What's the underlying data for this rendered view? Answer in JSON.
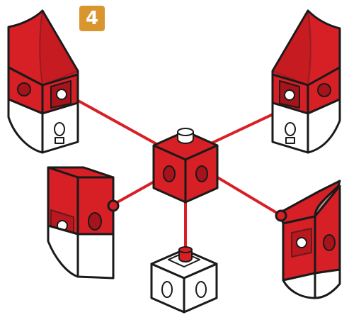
{
  "step": {
    "number": "4",
    "badge_color": "#d9962e"
  },
  "colors": {
    "brick_red": "#d71f26",
    "brick_red_dark": "#a5141a",
    "brick_white": "#ffffff",
    "outline": "#1a1a1a",
    "connector_line": "#d71f26"
  },
  "parts": [
    {
      "name": "center-connector-cube",
      "color": "red"
    },
    {
      "name": "top-left-curved-wing",
      "color": "red-white"
    },
    {
      "name": "top-right-curved-wing",
      "color": "red-white"
    },
    {
      "name": "middle-left-curved-wing",
      "color": "red-white"
    },
    {
      "name": "bottom-right-curved-wing",
      "color": "red-white"
    },
    {
      "name": "bottom-white-cube",
      "color": "white"
    }
  ]
}
